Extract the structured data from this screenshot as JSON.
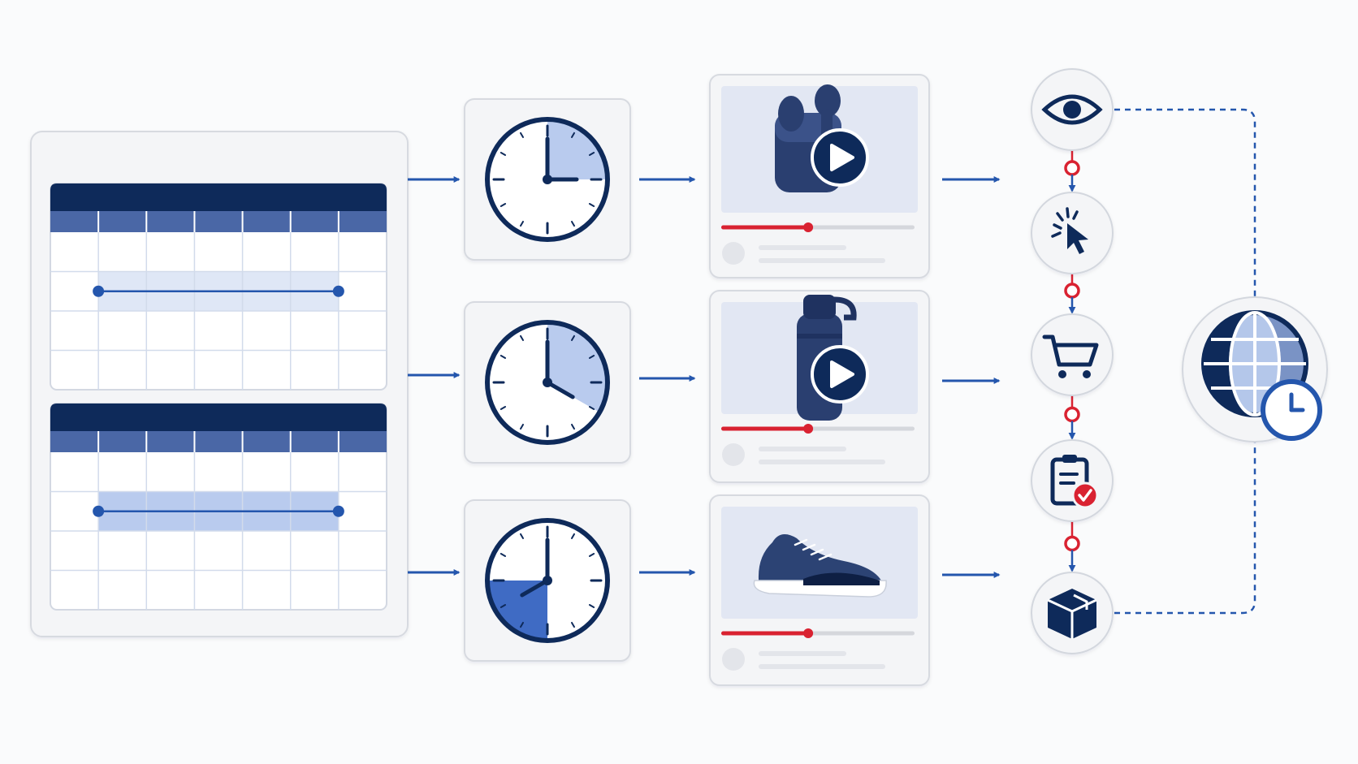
{
  "colors": {
    "navy": "#0e2a5a",
    "blue": "#2456ad",
    "mid_blue": "#4a67a6",
    "light_blue": "#b4c7ea",
    "pale_blue": "#e2e7f3",
    "red": "#d92231",
    "card_bg": "#f4f5f7",
    "card_border": "#d7dae0",
    "grid_line": "#d2dbeb"
  },
  "calendars": [
    {
      "name": "calendar-top",
      "range_highlight_intensity": "light"
    },
    {
      "name": "calendar-bottom",
      "range_highlight_intensity": "medium"
    }
  ],
  "clocks": [
    {
      "name": "clock-1",
      "hour": 3,
      "minute": 0,
      "wedge_fraction": 0.25,
      "wedge_shade": "light"
    },
    {
      "name": "clock-2",
      "hour": 4,
      "minute": 0,
      "wedge_fraction": 0.333,
      "wedge_shade": "light"
    },
    {
      "name": "clock-3",
      "hour": 8,
      "minute": 0,
      "wedge_fraction": 0.25,
      "wedge_shade": "dark"
    }
  ],
  "videos": [
    {
      "name": "video-earbuds",
      "product_icon": "earbuds-icon",
      "has_play_button": true,
      "progress": 0.45
    },
    {
      "name": "video-bottle",
      "product_icon": "water-bottle-icon",
      "has_play_button": true,
      "progress": 0.45
    },
    {
      "name": "video-sneaker",
      "product_icon": "sneaker-icon",
      "has_play_button": false,
      "progress": 0.45
    }
  ],
  "funnel_steps": [
    {
      "name": "view",
      "icon": "eye-icon"
    },
    {
      "name": "click",
      "icon": "cursor-click-icon"
    },
    {
      "name": "add-to-cart",
      "icon": "cart-icon"
    },
    {
      "name": "checkout",
      "icon": "clipboard-check-icon"
    },
    {
      "name": "delivery",
      "icon": "package-icon"
    }
  ],
  "global_node": {
    "icon": "globe-clock-icon"
  }
}
